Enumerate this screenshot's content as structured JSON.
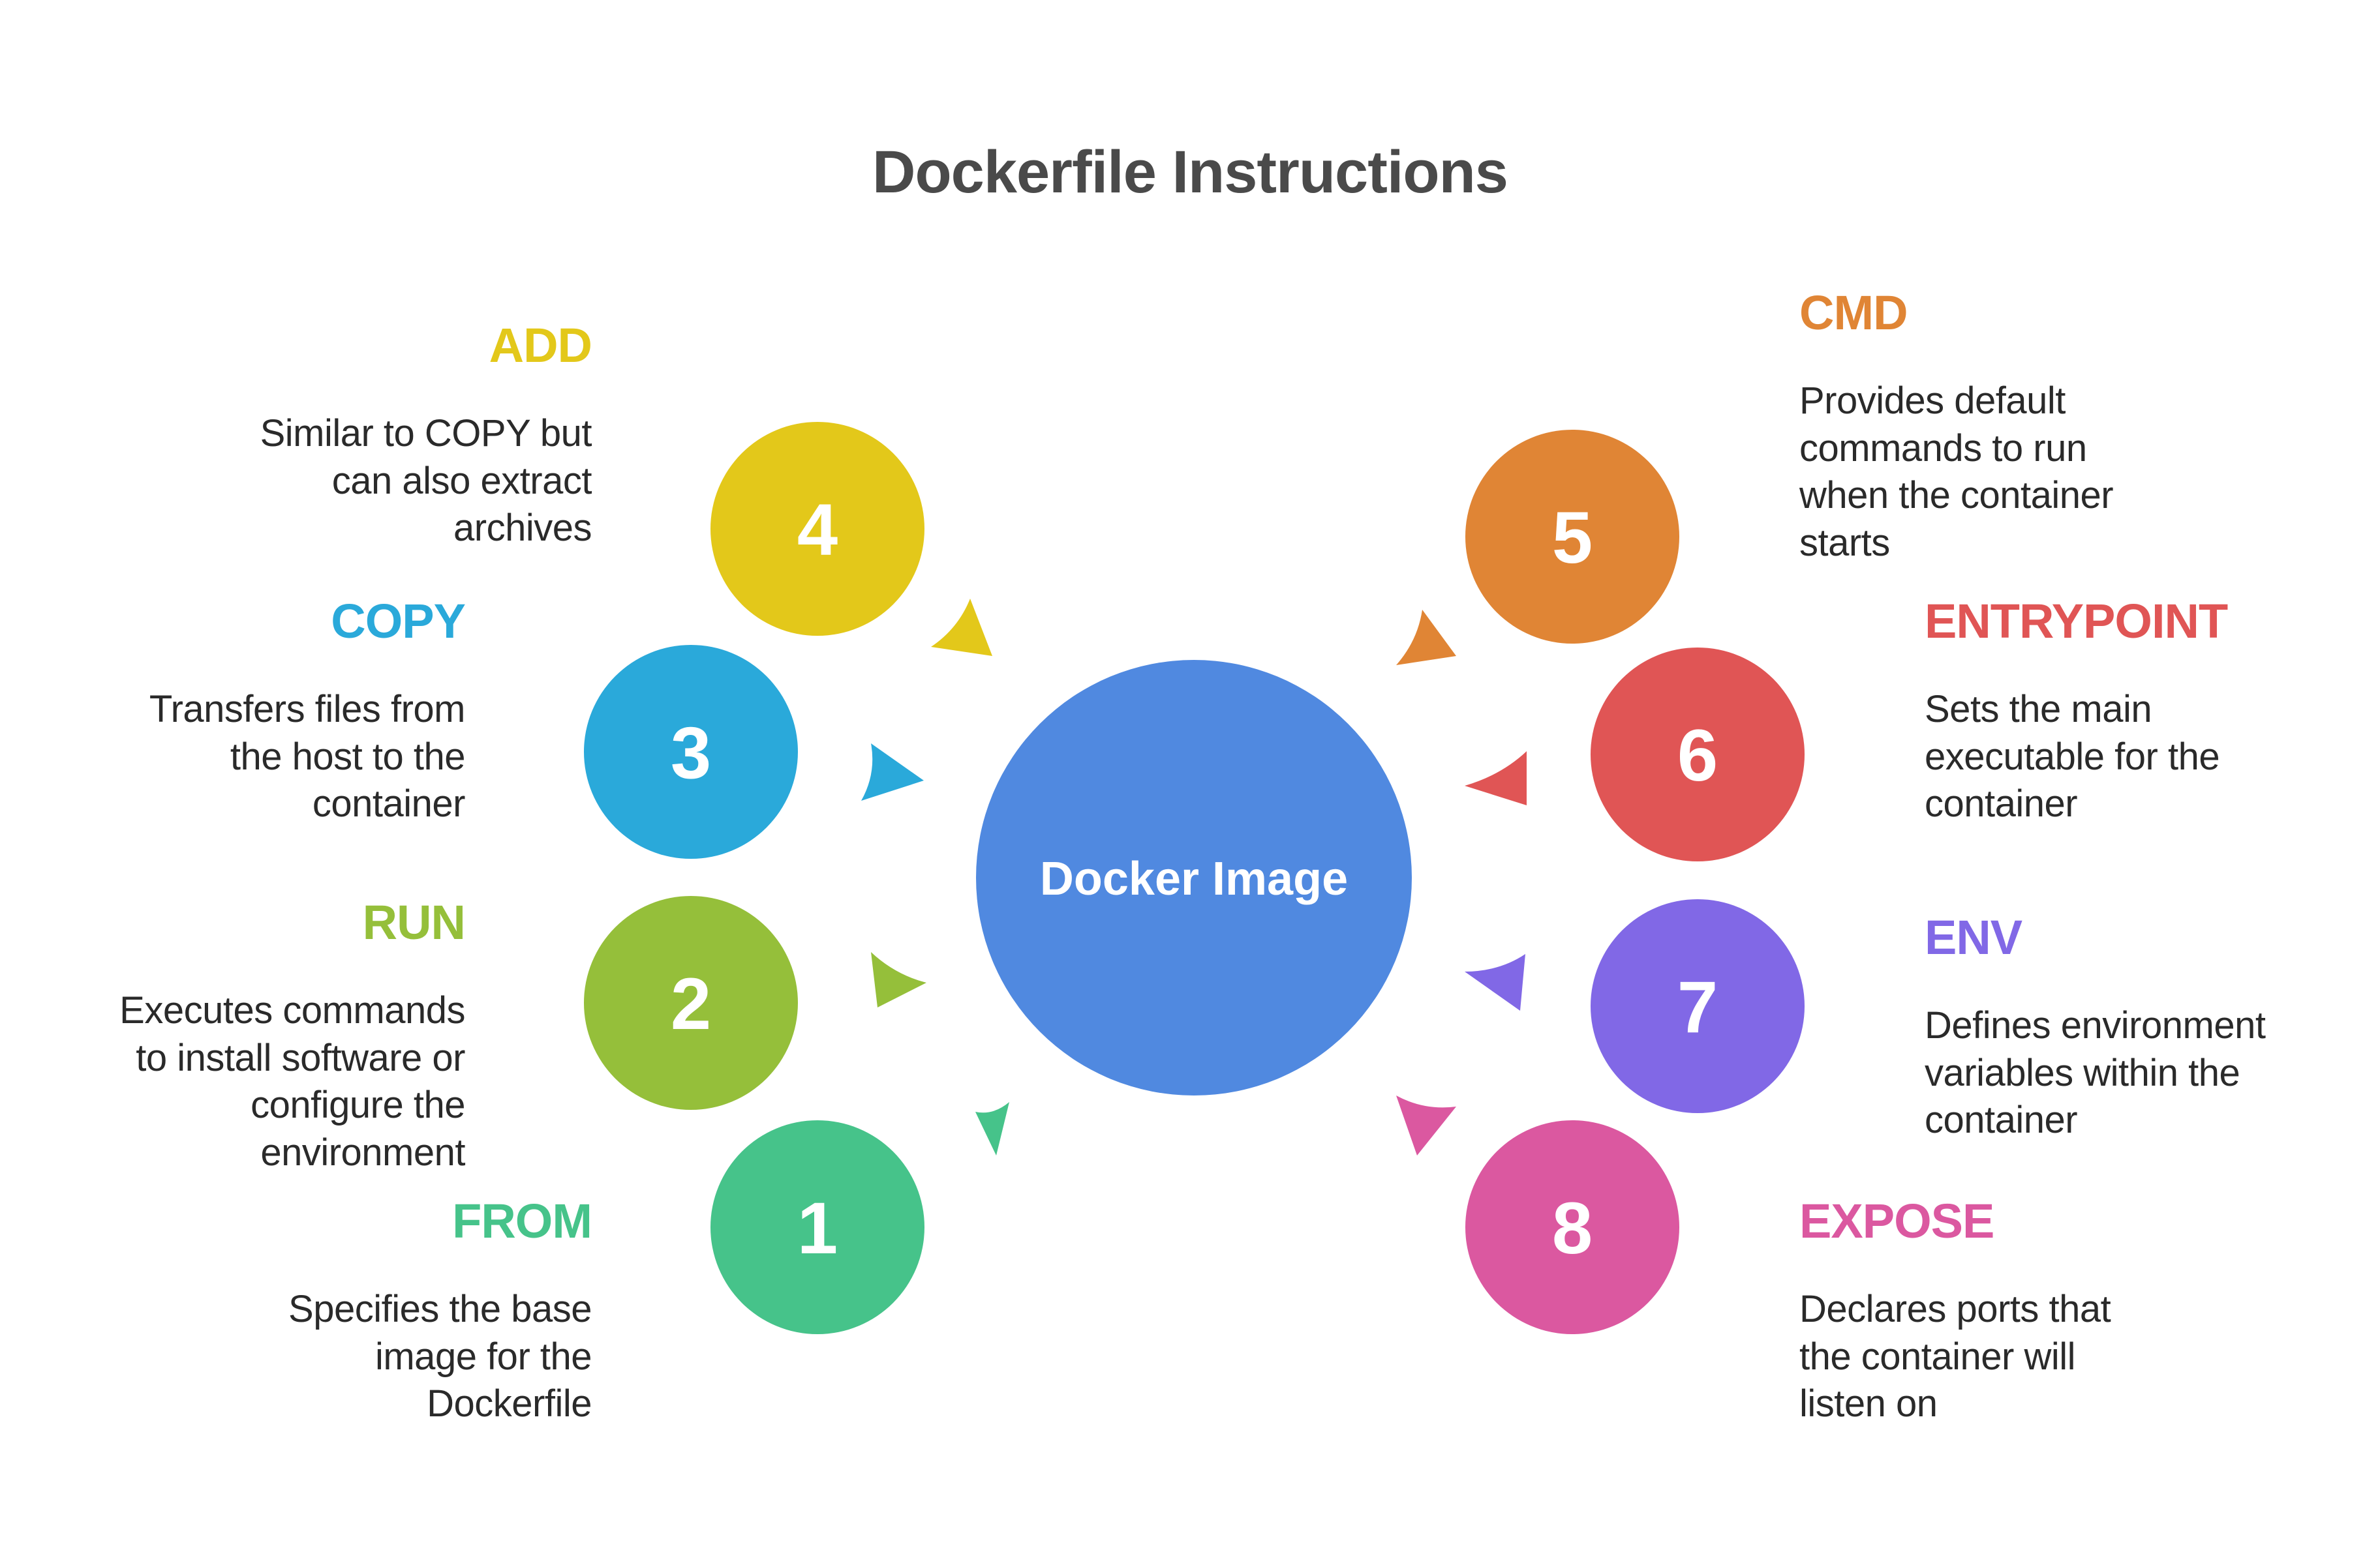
{
  "title": "Dockerfile Instructions",
  "center": {
    "label": "Docker Image",
    "color": "#5089e0"
  },
  "instructions": [
    {
      "number": "1",
      "name": "FROM",
      "color": "#46c38a",
      "side": "left",
      "description_lines": [
        "Specifies the base",
        "image for the",
        "Dockerfile"
      ]
    },
    {
      "number": "2",
      "name": "RUN",
      "color": "#95bf3a",
      "side": "left",
      "description_lines": [
        "Executes commands",
        "to install software or",
        "configure the",
        "environment"
      ]
    },
    {
      "number": "3",
      "name": "COPY",
      "color": "#2aa9da",
      "side": "left",
      "description_lines": [
        "Transfers files from",
        "the host to the",
        "container"
      ]
    },
    {
      "number": "4",
      "name": "ADD",
      "color": "#e3c81a",
      "side": "left",
      "description_lines": [
        "Similar to COPY but",
        "can also extract",
        "archives"
      ]
    },
    {
      "number": "5",
      "name": "CMD",
      "color": "#e08535",
      "side": "right",
      "description_lines": [
        "Provides default",
        "commands to run",
        "when the container",
        "starts"
      ]
    },
    {
      "number": "6",
      "name": "ENTRYPOINT",
      "color": "#e05555",
      "side": "right",
      "description_lines": [
        "Sets the main",
        "executable for the",
        "container"
      ]
    },
    {
      "number": "7",
      "name": "ENV",
      "color": "#8168e6",
      "side": "right",
      "description_lines": [
        "Defines environment",
        "variables within the",
        "container"
      ]
    },
    {
      "number": "8",
      "name": "EXPOSE",
      "color": "#db58a0",
      "side": "right",
      "description_lines": [
        "Declares ports that",
        "the container will",
        "listen on"
      ]
    }
  ]
}
